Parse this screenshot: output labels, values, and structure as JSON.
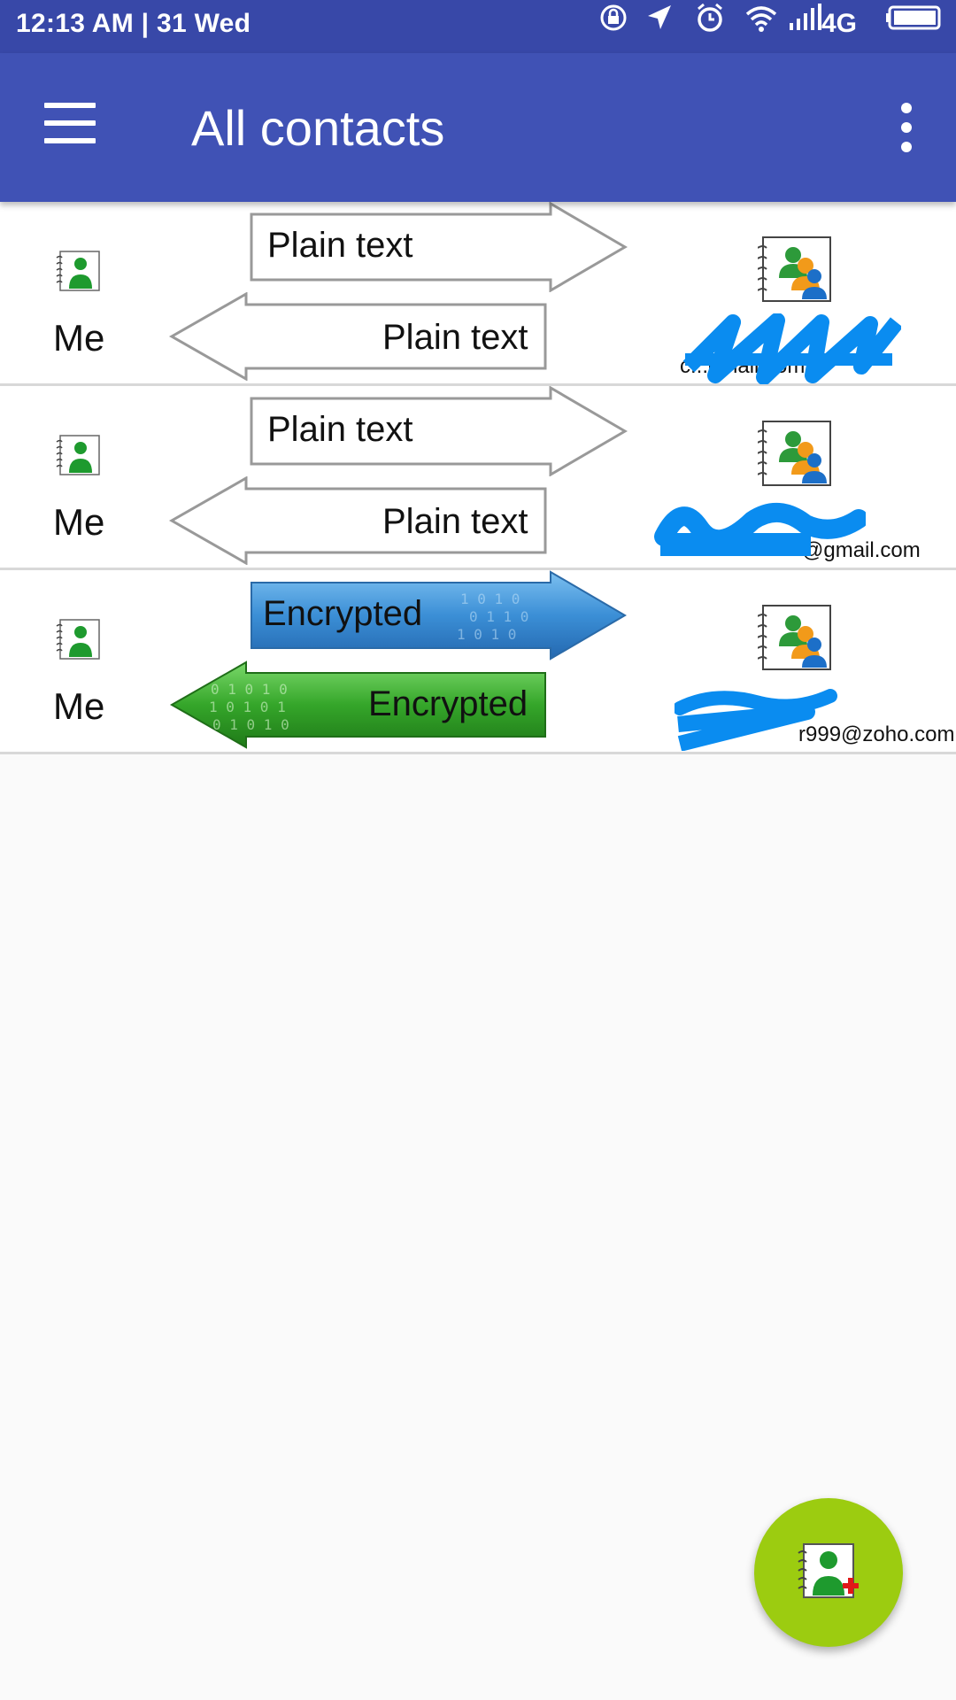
{
  "status_bar": {
    "time_date": "12:13 AM  |  31 Wed",
    "network": "4G",
    "icons": [
      "screen-rotation-lock-icon",
      "location-arrow-icon",
      "alarm-icon",
      "wifi-icon",
      "signal-icon",
      "battery-icon"
    ]
  },
  "app_bar": {
    "title": "All contacts",
    "menu_icon": "hamburger-menu-icon",
    "overflow_icon": "more-vert-icon"
  },
  "contacts": [
    {
      "self_label": "Me",
      "outgoing_label": "Plain text",
      "incoming_label": "Plain text",
      "outgoing_style": "plain",
      "incoming_style": "plain",
      "email": "c...gmail.com"
    },
    {
      "self_label": "Me",
      "outgoing_label": "Plain text",
      "incoming_label": "Plain text",
      "outgoing_style": "plain",
      "incoming_style": "plain",
      "email": "@gmail.com"
    },
    {
      "self_label": "Me",
      "outgoing_label": "Encrypted",
      "incoming_label": "Encrypted",
      "outgoing_style": "encrypted-blue",
      "incoming_style": "encrypted-green",
      "email": "r999@zoho.com"
    }
  ],
  "fab": {
    "icon": "add-contact-icon"
  },
  "colors": {
    "status_bar": "#3848a8",
    "app_bar": "#4052b5",
    "fab": "#9ccc10",
    "encrypted_out": "#4a9ad8",
    "encrypted_in": "#3aa82e",
    "redaction": "#0a8cf0"
  }
}
